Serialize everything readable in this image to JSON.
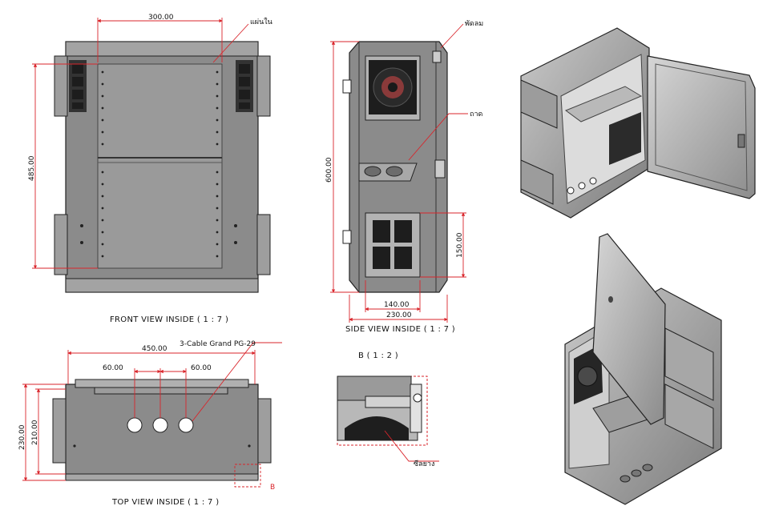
{
  "views": {
    "front": {
      "title": "FRONT VIEW INSIDE ( 1 : 7 )",
      "dim_width": "300.00",
      "dim_height": "485.00",
      "callout": "แผ่นใน"
    },
    "side": {
      "title": "SIDE VIEW INSIDE ( 1 : 7 )",
      "dim_height": "600.00",
      "dim_depth": "230.00",
      "dim_vent_w": "140.00",
      "dim_vent_h": "150.00",
      "callout_fan": "พัดลม",
      "callout_tray": "ถาด"
    },
    "top": {
      "title": "TOP VIEW INSIDE ( 1 : 7 )",
      "dim_width": "450.00",
      "dim_pitch1": "60.00",
      "dim_pitch2": "60.00",
      "dim_depth_outer": "230.00",
      "dim_depth_inner": "210.00",
      "callout_glands": "3-Cable Grand PG-29",
      "detail_marker": "B"
    },
    "detail": {
      "title": "B ( 1 : 2 )",
      "callout_gasket": "ซีลยาง"
    }
  },
  "colors": {
    "dimension": "#d9252b",
    "steel": "#8b8b8b",
    "steel_light": "#b5b5b5",
    "outline": "#222222"
  }
}
